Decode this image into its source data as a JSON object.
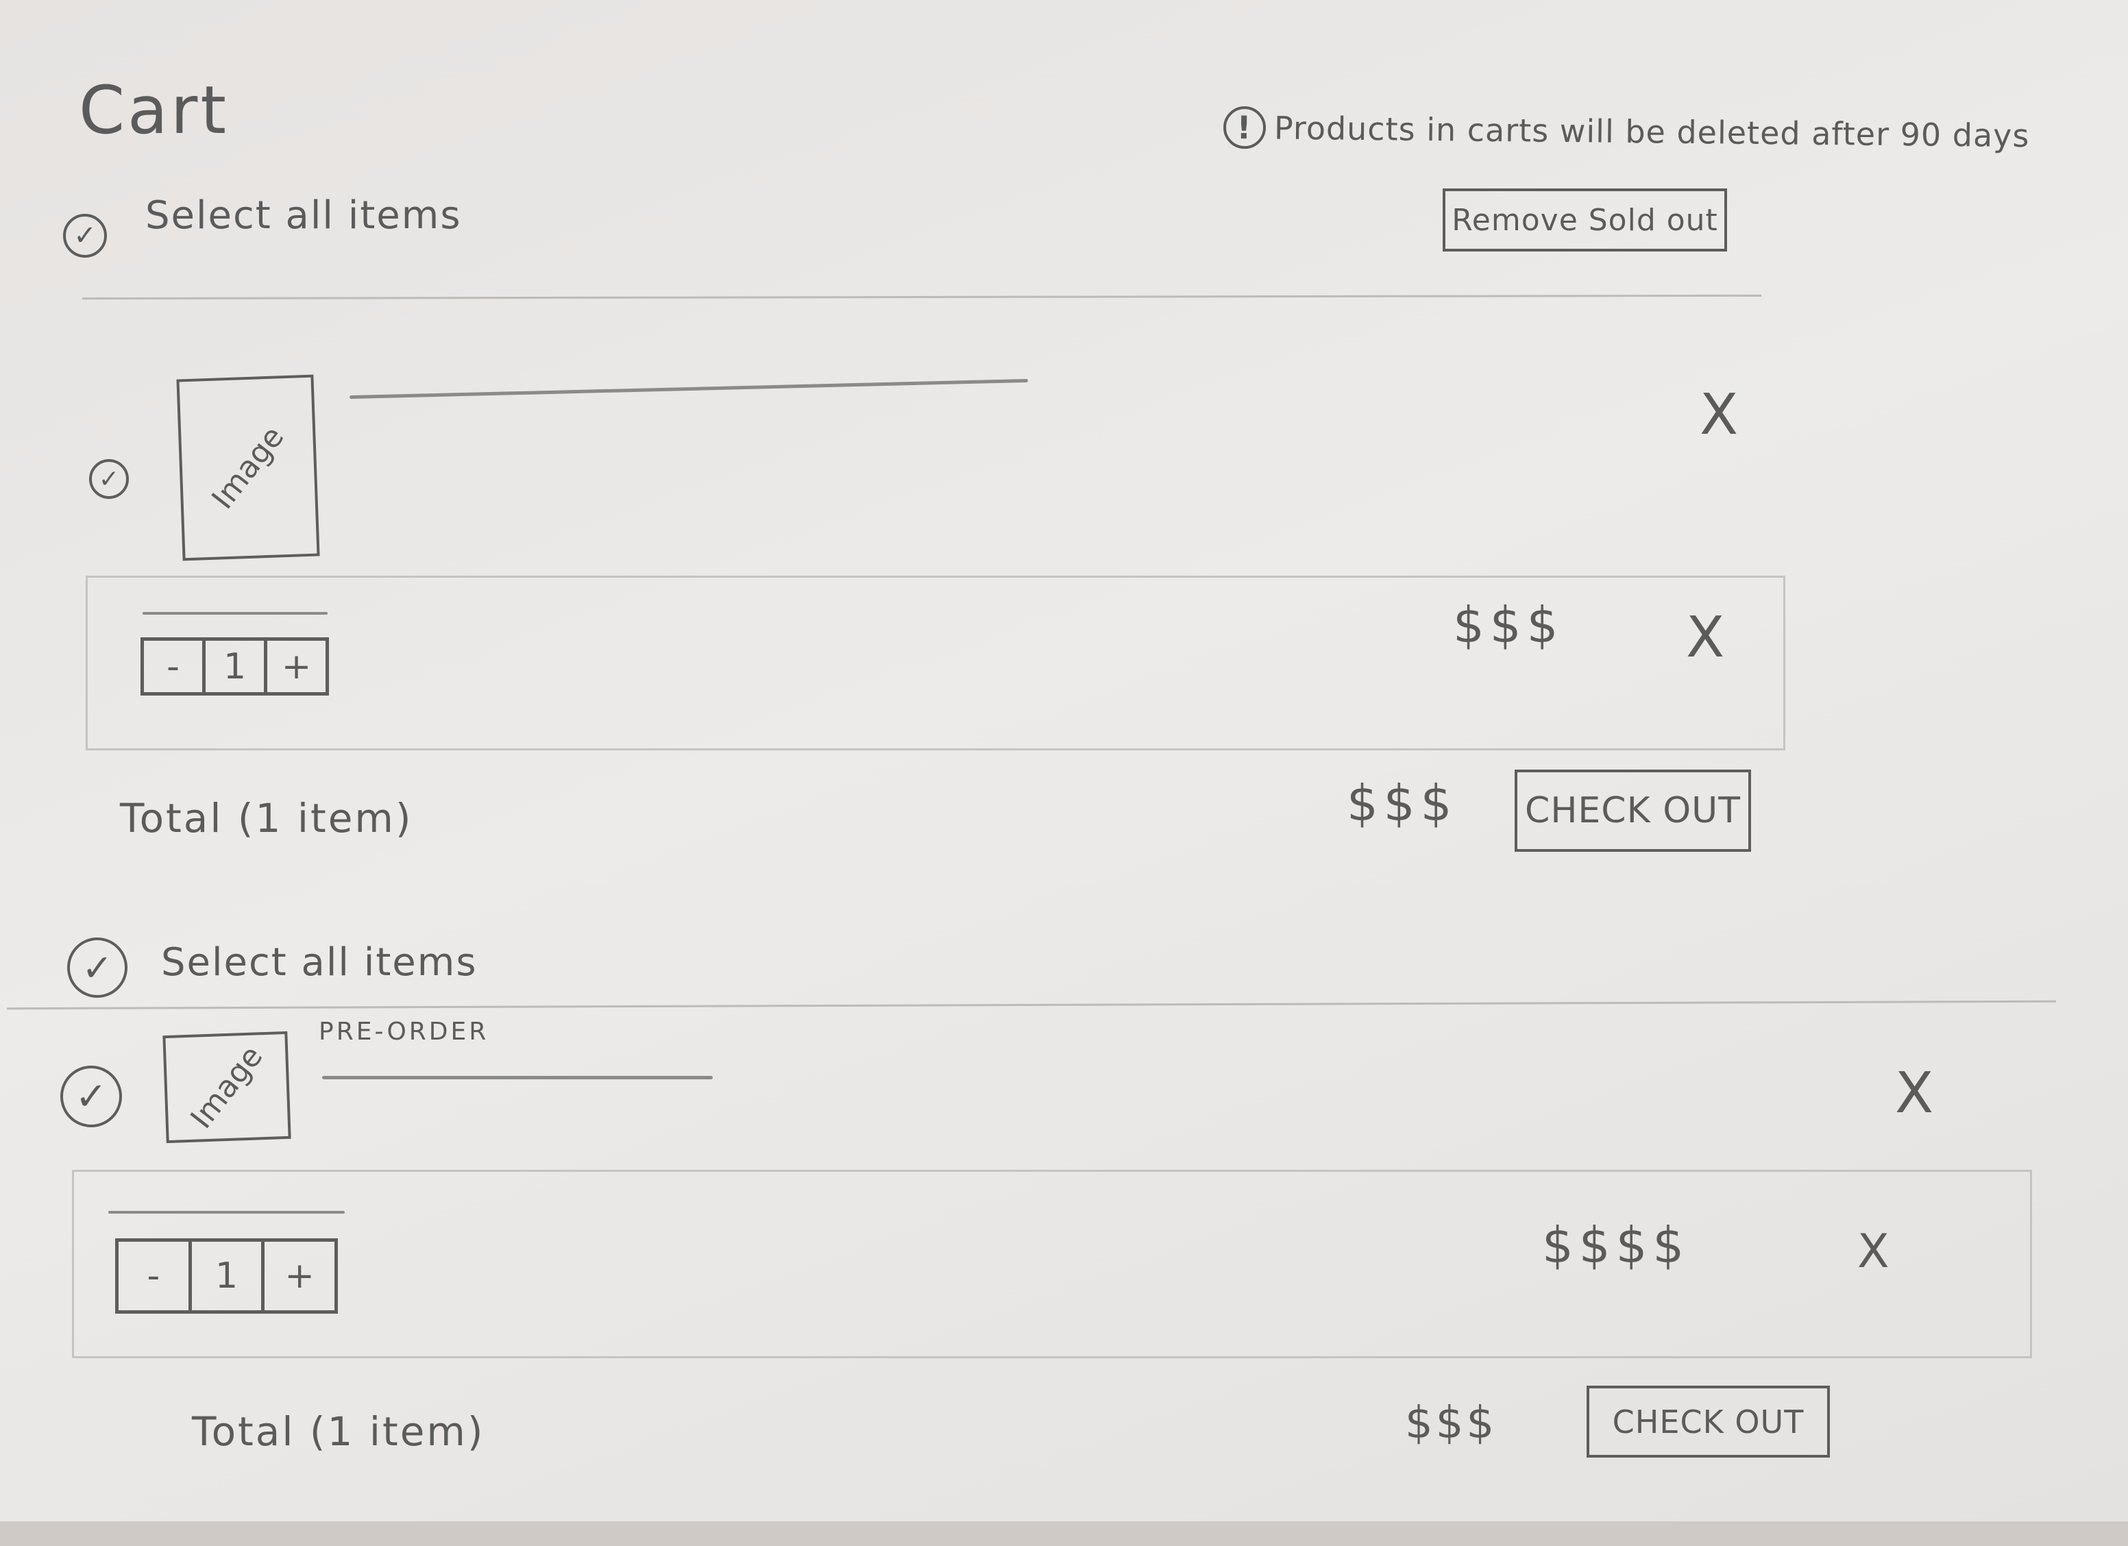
{
  "header": {
    "title": "Cart",
    "notice_icon": "!",
    "notice_text": "Products in carts will be deleted after 90 days",
    "remove_sold_out_label": "Remove Sold out"
  },
  "icons": {
    "check": "✓",
    "close": "X"
  },
  "groups": [
    {
      "select_all_label": "Select all items",
      "item": {
        "image_label": "Image",
        "badge": "",
        "quantity": "1",
        "minus_label": "-",
        "plus_label": "+",
        "price": "$$$",
        "remove_label": "X"
      },
      "total_label": "Total (1 item)",
      "total_price": "$$$",
      "checkout_label": "CHECK OUT"
    },
    {
      "select_all_label": "Select all items",
      "item": {
        "image_label": "Image",
        "badge": "PRE-ORDER",
        "quantity": "1",
        "minus_label": "-",
        "plus_label": "+",
        "price": "$$$$",
        "remove_label": "X"
      },
      "total_label": "Total (1 item)",
      "total_price": "$$$",
      "checkout_label": "CHECK OUT"
    }
  ]
}
